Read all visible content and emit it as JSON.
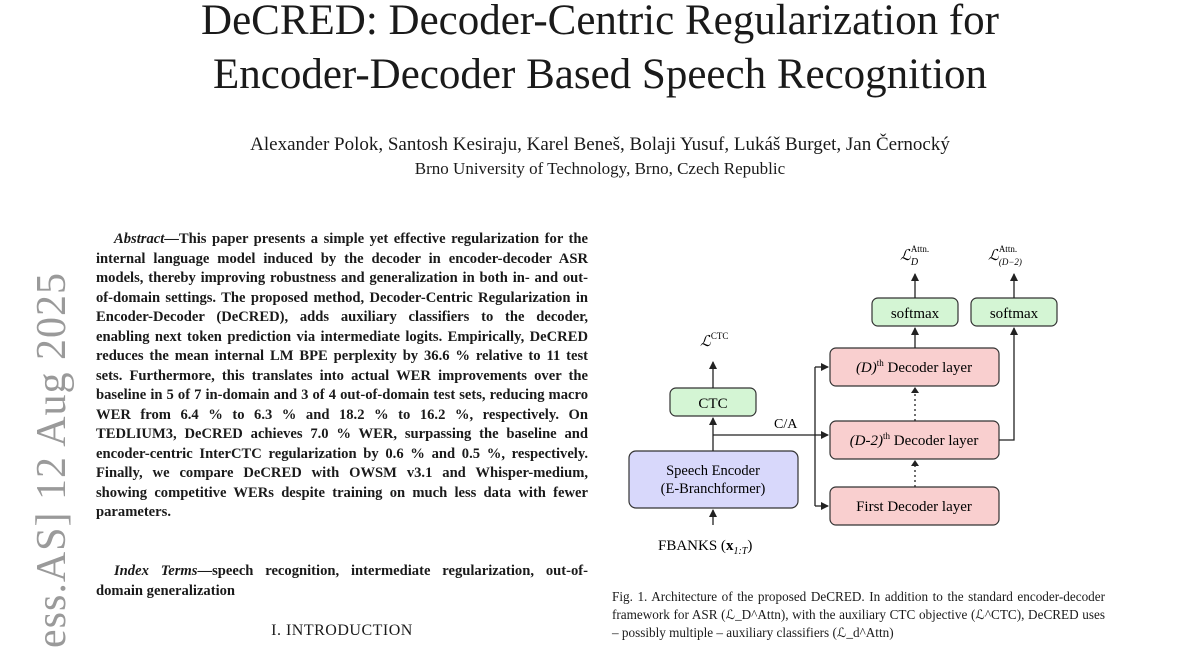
{
  "paper": {
    "title_line1": "DeCRED: Decoder-Centric Regularization for",
    "title_line2": "Encoder-Decoder Based Speech Recognition",
    "authors": "Alexander Polok, Santosh Kesiraju, Karel Beneš, Bolaji Yusuf, Lukáš Burget, Jan Černocký",
    "affiliation": "Brno University of Technology, Brno, Czech Republic",
    "arxiv_stamp": "ess.AS]  12 Aug 2025"
  },
  "abstract": {
    "label": "Abstract",
    "text": "—This paper presents a simple yet effective regularization for the internal language model induced by the decoder in encoder-decoder ASR models, thereby improving robustness and generalization in both in- and out-of-domain settings. The proposed method, Decoder-Centric Regularization in Encoder-Decoder (DeCRED), adds auxiliary classifiers to the decoder, enabling next token prediction via intermediate logits. Empirically, DeCRED reduces the mean internal LM BPE perplexity by 36.6 % relative to 11 test sets. Furthermore, this translates into actual WER improvements over the baseline in 5 of 7 in-domain and 3 of 4 out-of-domain test sets, reducing macro WER from 6.4 % to 6.3 % and 18.2 % to 16.2 %, respectively. On TEDLIUM3, DeCRED achieves 7.0 % WER, surpassing the baseline and encoder-centric InterCTC regularization by 0.6 % and 0.5 %, respectively. Finally, we compare DeCRED with OWSM v3.1 and Whisper-medium, showing competitive WERs despite training on much less data with fewer parameters."
  },
  "index_terms": {
    "label": "Index Terms",
    "text": "—speech recognition, intermediate regularization, out-of-domain generalization"
  },
  "section": {
    "heading": "I. INTRODUCTION"
  },
  "figure": {
    "loss_ctc": "ℒ",
    "loss_ctc_sup": "CTC",
    "loss_d": "ℒ",
    "loss_d_sup": "Attn.",
    "loss_d_sub": "D",
    "loss_d2": "ℒ",
    "loss_d2_sup": "Attn.",
    "loss_d2_sub": "(D−2)",
    "softmax1": "softmax",
    "softmax2": "softmax",
    "ctc_box": "CTC",
    "ca_label": "C/A",
    "encoder_line1": "Speech Encoder",
    "encoder_line2": "(E-Branchformer)",
    "decoder_d": "(D)",
    "decoder_d_sup": "th",
    "decoder_d_rest": " Decoder layer",
    "decoder_d2": "(D-2)",
    "decoder_d2_sup": "th",
    "decoder_d2_rest": " Decoder layer",
    "decoder_first": "First Decoder layer",
    "input_label": "FBANKS (",
    "input_math": "x",
    "input_sub": "1:T",
    "input_close": ")",
    "colors": {
      "green_fill": "#d4f5d4",
      "red_fill": "#f9cfcf",
      "blue_fill": "#d8d8fb"
    }
  },
  "caption": {
    "text": "Fig. 1.  Architecture of the proposed DeCRED. In addition to the standard encoder-decoder framework for ASR (ℒ_D^Attn), with the auxiliary CTC objective (ℒ^CTC), DeCRED uses – possibly multiple – auxiliary classifiers (ℒ_d^Attn)"
  }
}
